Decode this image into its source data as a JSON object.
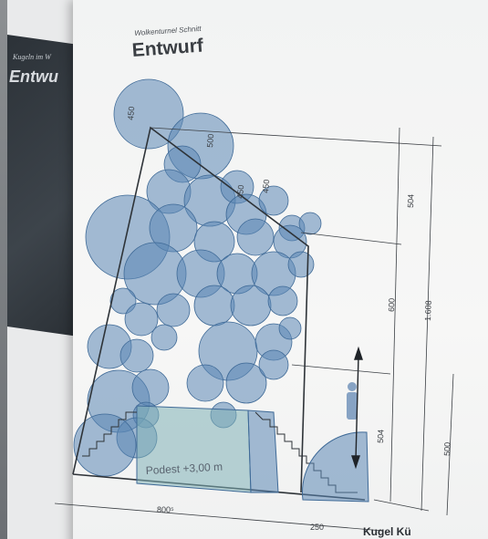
{
  "book": {
    "caption": "Kugeln im W",
    "heading": "Entwu"
  },
  "sheet": {
    "subtitle": "Wolkenturnel Schnitt",
    "title": "Entwurf"
  },
  "dimensions": {
    "top_small": "450",
    "top_a": "500",
    "top_b": "450",
    "top_c": "450",
    "right_504_top": "504",
    "right_600": "600",
    "right_1608": "1.608",
    "right_504_bottom": "504",
    "right_500": "500",
    "bottom_800": "800⁵",
    "bottom_250": "250"
  },
  "labels": {
    "podest": "Podest +3,00 m",
    "kugel": "Kugel Kü"
  },
  "colors": {
    "sphere_fill": "#5b86b4",
    "sphere_stroke": "#3f6a97",
    "stage_fill": "#7fb0b6",
    "line": "#2e3338"
  }
}
